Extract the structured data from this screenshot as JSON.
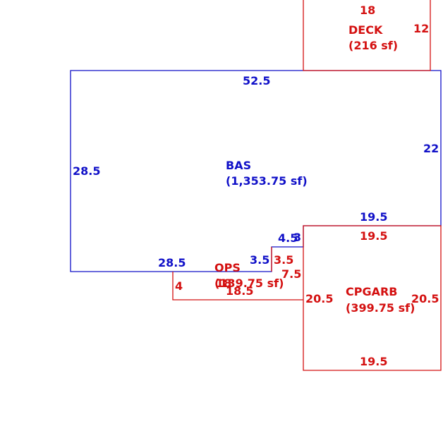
{
  "colors": {
    "bas": "#1010c8",
    "additions": "#d41010"
  },
  "areas": {
    "deck": {
      "name": "DECK",
      "area": "(216 sf)",
      "dims": [
        "18",
        "12"
      ]
    },
    "bas": {
      "name": "BAS",
      "area": "(1,353.75 sf)",
      "dims": [
        "52.5",
        "22",
        "19.5",
        "3",
        "4.5",
        "3.5",
        "28.5",
        "28.5"
      ]
    },
    "ops": {
      "name": "OPS",
      "area": "(139.75 sf)",
      "dims": [
        "18",
        "18.5",
        "4",
        "3.5",
        "7.5"
      ]
    },
    "cpgarb": {
      "name": "CPGARB",
      "area": "(399.75 sf)",
      "dims": [
        "19.5",
        "20.5",
        "20.5",
        "19.5"
      ]
    }
  }
}
